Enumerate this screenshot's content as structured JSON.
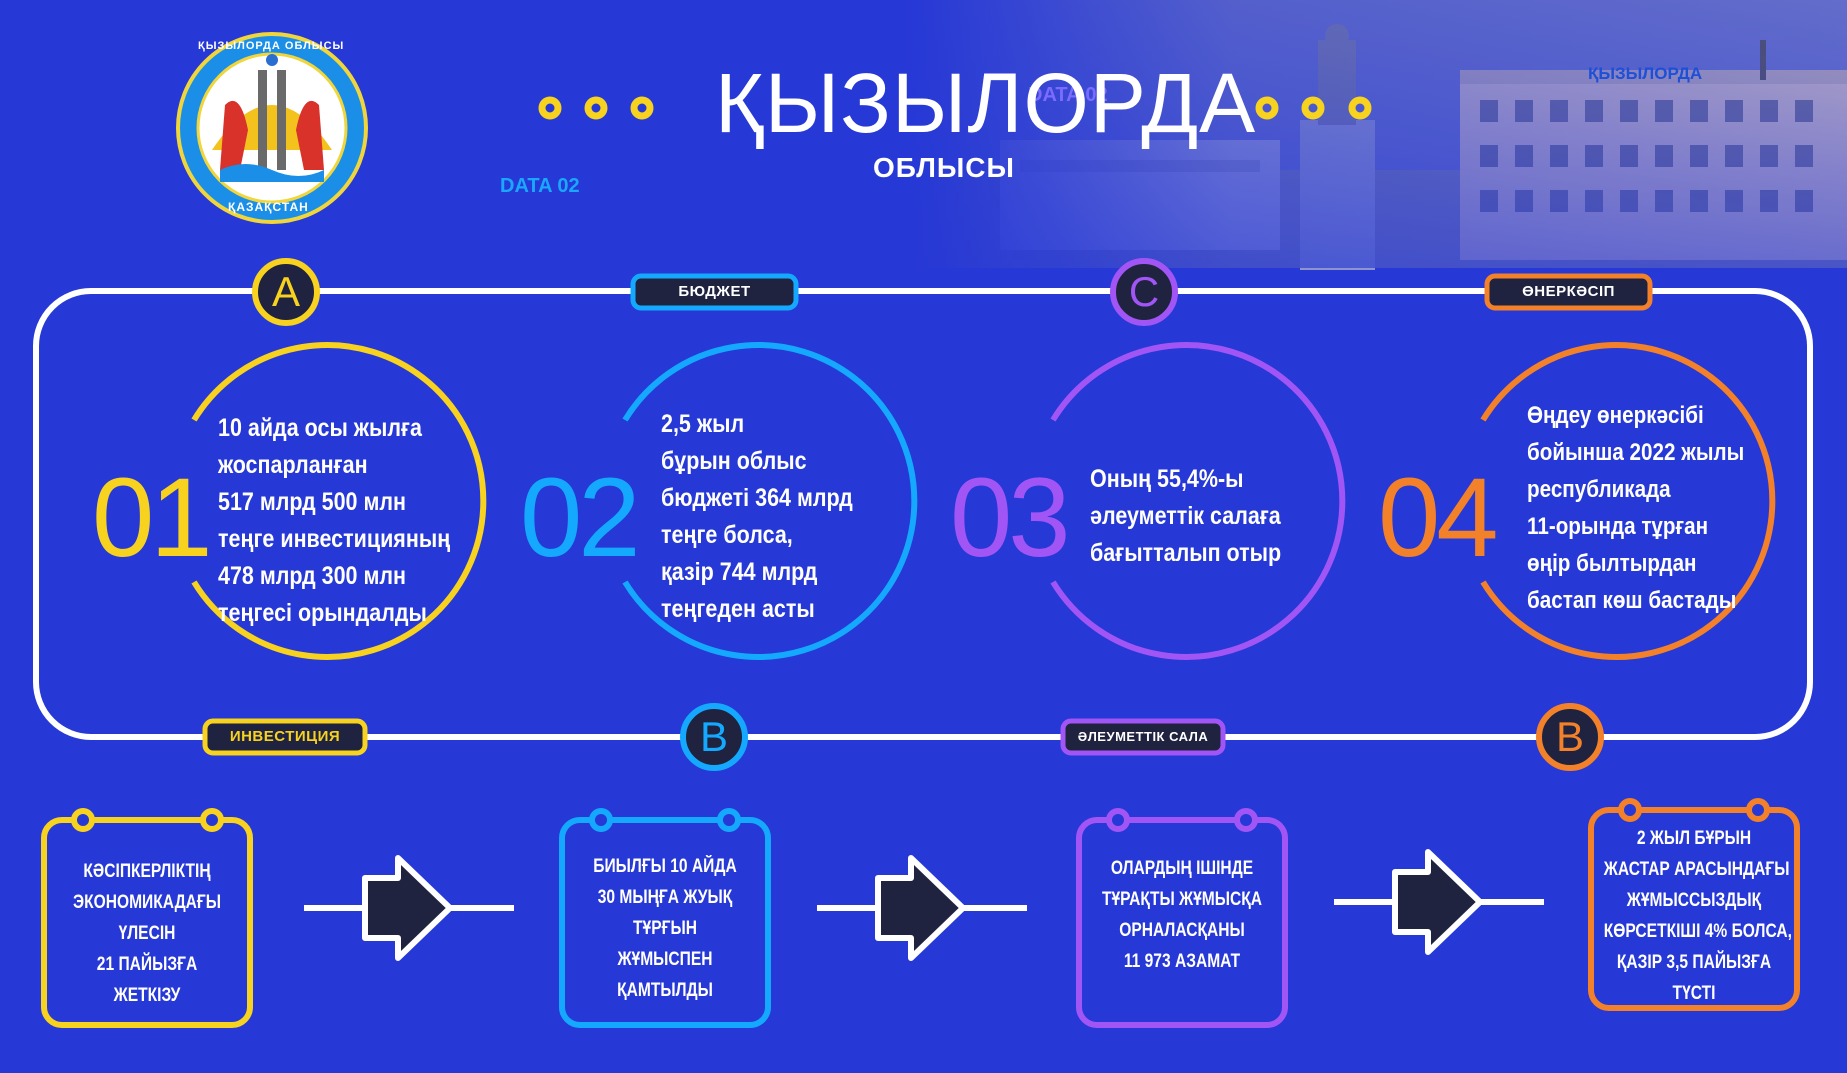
{
  "header": {
    "title": "ҚЫЗЫЛОРДА",
    "subtitle": "ОБЛЫСЫ",
    "watermark_left": "DATA 02",
    "watermark_right": "DATA 02",
    "photo_sign": "ҚЫЗЫЛОРДА"
  },
  "emblem": {
    "text_top": "ҚЫЗЫЛОРДА ОБЛЫСЫ",
    "text_bottom": "ҚАЗАҚСТАН"
  },
  "tags": {
    "budget": "БЮДЖЕТ",
    "industry": "ӨНЕРКӘСІП",
    "investment": "ИНВЕСТИЦИЯ",
    "social": "ӘЛЕУМЕТТІК САЛА"
  },
  "letters": {
    "a": "A",
    "c": "C",
    "b1": "B",
    "b2": "B"
  },
  "circles": [
    {
      "num": "01",
      "lines": [
        "10 айда осы жылға",
        "жоспарланған",
        "517 млрд 500 млн",
        "теңге инвестицияның",
        "478 млрд 300 млн",
        "теңгесі орындалды"
      ]
    },
    {
      "num": "02",
      "lines": [
        "2,5 жыл",
        "бұрын облыс",
        "бюджеті 364 млрд",
        "теңге болса,",
        "қазір 744 млрд",
        "теңгеден асты"
      ]
    },
    {
      "num": "03",
      "lines": [
        "Оның 55,4%-ы",
        "әлеуметтік салаға",
        "бағытталып отыр"
      ]
    },
    {
      "num": "04",
      "lines": [
        "Өңдеу өнеркәсібі",
        "бойынша 2022 жылы",
        "республикада",
        "11-орында тұрған",
        "өңір былтырдан",
        "бастап көш бастады"
      ]
    }
  ],
  "boxes": [
    {
      "lines": [
        "КӘСІПКЕРЛІКТІҢ",
        "ЭКОНОМИКАДАҒЫ",
        "ҮЛЕСІН",
        "21 ПАЙЫЗҒА",
        "ЖЕТКІЗУ"
      ]
    },
    {
      "lines": [
        "БИЫЛҒЫ 10 АЙДА",
        "30 МЫҢҒА ЖУЫҚ",
        "ТҰРҒЫН",
        "ЖҰМЫСПЕН",
        "ҚАМТЫЛДЫ"
      ]
    },
    {
      "lines": [
        "ОЛАРДЫҢ ІШІНДЕ",
        "ТҰРАҚТЫ ЖҰМЫСҚА",
        "ОРНАЛАСҚАНЫ",
        "11 973 АЗАМАТ"
      ]
    },
    {
      "lines": [
        "2 ЖЫЛ БҰРЫН",
        "ЖАСТАР АРАСЫНДАҒЫ",
        "ЖҰМЫССЫЗДЫҚ",
        "КӨРСЕТКІШІ 4% БОЛСА,",
        "ҚАЗІР 3,5 ПАЙЫЗҒА",
        "ТҮСТІ"
      ]
    }
  ],
  "colors": {
    "background": "#2638d6",
    "yellow": "#f7d21e",
    "cyan": "#14a9ff",
    "purple": "#a155f5",
    "orange": "#f3812a",
    "arrow": "#1f2340"
  }
}
